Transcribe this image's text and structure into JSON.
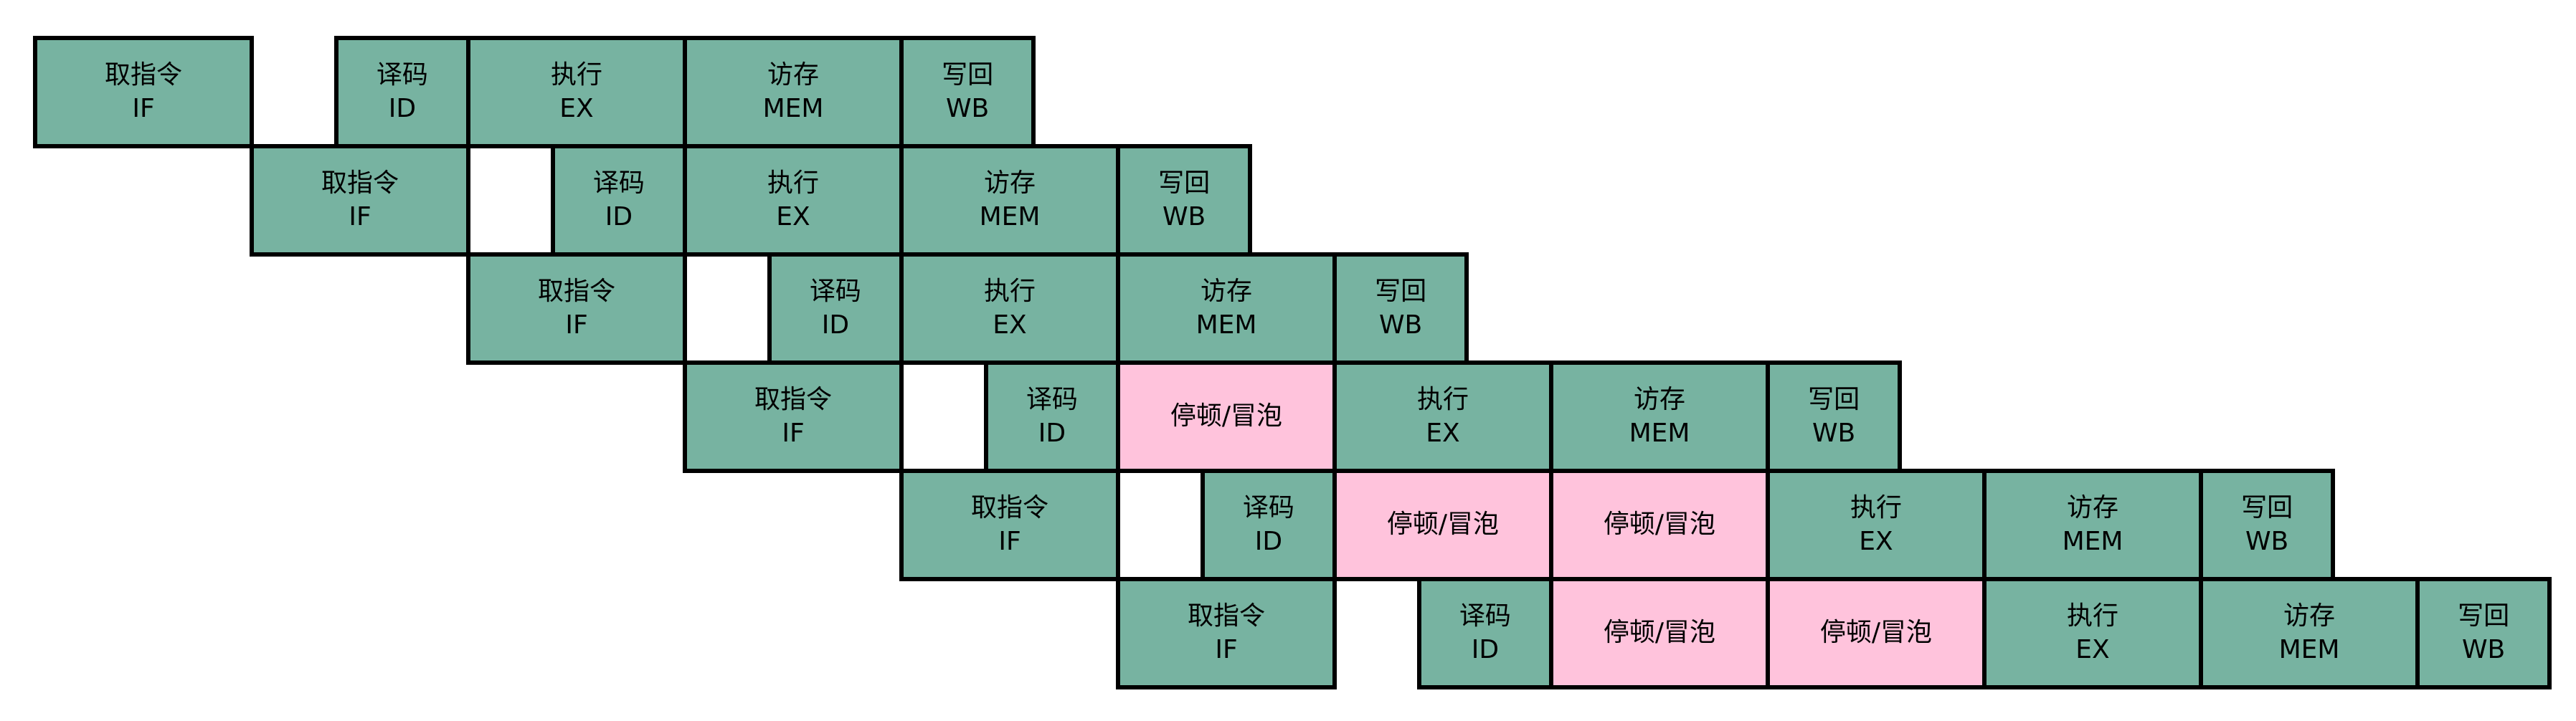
{
  "diagram": {
    "colors": {
      "stage_fill": "#77b3a1",
      "stall_fill": "#ffc3dc",
      "border": "#000000"
    },
    "rows": [
      {
        "instruction": "instruction-1",
        "cells": [
          {
            "kind": "stage",
            "stage": "IF",
            "cycle": 0,
            "line1": "取指令",
            "line2": "IF"
          },
          {
            "kind": "stage",
            "stage": "ID",
            "cycle": 1,
            "line1": "译码",
            "line2": "ID"
          },
          {
            "kind": "stage",
            "stage": "EX",
            "cycle": 2,
            "line1": "执行",
            "line2": "EX"
          },
          {
            "kind": "stage",
            "stage": "MEM",
            "cycle": 3,
            "line1": "访存",
            "line2": "MEM"
          },
          {
            "kind": "stage",
            "stage": "WB",
            "cycle": 4,
            "line1": "写回",
            "line2": "WB"
          }
        ]
      },
      {
        "instruction": "instruction-2",
        "cells": [
          {
            "kind": "stage",
            "stage": "IF",
            "cycle": 0,
            "line1": "取指令",
            "line2": "IF"
          },
          {
            "kind": "stage",
            "stage": "ID",
            "cycle": 1,
            "line1": "译码",
            "line2": "ID"
          },
          {
            "kind": "stage",
            "stage": "EX",
            "cycle": 2,
            "line1": "执行",
            "line2": "EX"
          },
          {
            "kind": "stage",
            "stage": "MEM",
            "cycle": 3,
            "line1": "访存",
            "line2": "MEM"
          },
          {
            "kind": "stage",
            "stage": "WB",
            "cycle": 4,
            "line1": "写回",
            "line2": "WB"
          }
        ]
      },
      {
        "instruction": "instruction-3",
        "cells": [
          {
            "kind": "stage",
            "stage": "IF",
            "cycle": 0,
            "line1": "取指令",
            "line2": "IF"
          },
          {
            "kind": "stage",
            "stage": "ID",
            "cycle": 1,
            "line1": "译码",
            "line2": "ID"
          },
          {
            "kind": "stage",
            "stage": "EX",
            "cycle": 2,
            "line1": "执行",
            "line2": "EX"
          },
          {
            "kind": "stage",
            "stage": "MEM",
            "cycle": 3,
            "line1": "访存",
            "line2": "MEM"
          },
          {
            "kind": "stage",
            "stage": "WB",
            "cycle": 4,
            "line1": "写回",
            "line2": "WB"
          }
        ]
      },
      {
        "instruction": "instruction-4",
        "cells": [
          {
            "kind": "stage",
            "stage": "IF",
            "cycle": 0,
            "line1": "取指令",
            "line2": "IF"
          },
          {
            "kind": "stage",
            "stage": "ID",
            "cycle": 1,
            "line1": "译码",
            "line2": "ID"
          },
          {
            "kind": "stall",
            "cycle": 2,
            "line1": "停顿/冒泡"
          },
          {
            "kind": "stage",
            "stage": "EX",
            "cycle": 3,
            "line1": "执行",
            "line2": "EX"
          },
          {
            "kind": "stage",
            "stage": "MEM",
            "cycle": 4,
            "line1": "访存",
            "line2": "MEM"
          },
          {
            "kind": "stage",
            "stage": "WB",
            "cycle": 5,
            "line1": "写回",
            "line2": "WB"
          }
        ]
      },
      {
        "instruction": "instruction-5",
        "cells": [
          {
            "kind": "stage",
            "stage": "IF",
            "cycle": 0,
            "line1": "取指令",
            "line2": "IF"
          },
          {
            "kind": "stage",
            "stage": "ID",
            "cycle": 1,
            "line1": "译码",
            "line2": "ID"
          },
          {
            "kind": "stall",
            "cycle": 2,
            "line1": "停顿/冒泡"
          },
          {
            "kind": "stall",
            "cycle": 3,
            "line1": "停顿/冒泡"
          },
          {
            "kind": "stage",
            "stage": "EX",
            "cycle": 4,
            "line1": "执行",
            "line2": "EX"
          },
          {
            "kind": "stage",
            "stage": "MEM",
            "cycle": 5,
            "line1": "访存",
            "line2": "MEM"
          },
          {
            "kind": "stage",
            "stage": "WB",
            "cycle": 6,
            "line1": "写回",
            "line2": "WB"
          }
        ]
      },
      {
        "instruction": "instruction-6",
        "cells": [
          {
            "kind": "stage",
            "stage": "IF",
            "cycle": 0,
            "line1": "取指令",
            "line2": "IF"
          },
          {
            "kind": "stage",
            "stage": "ID",
            "cycle": 1,
            "line1": "译码",
            "line2": "ID"
          },
          {
            "kind": "stall",
            "cycle": 2,
            "line1": "停顿/冒泡"
          },
          {
            "kind": "stall",
            "cycle": 3,
            "line1": "停顿/冒泡"
          },
          {
            "kind": "stage",
            "stage": "EX",
            "cycle": 4,
            "line1": "执行",
            "line2": "EX"
          },
          {
            "kind": "stage",
            "stage": "MEM",
            "cycle": 5,
            "line1": "访存",
            "line2": "MEM"
          },
          {
            "kind": "stage",
            "stage": "WB",
            "cycle": 6,
            "line1": "写回",
            "line2": "WB"
          }
        ]
      }
    ]
  }
}
